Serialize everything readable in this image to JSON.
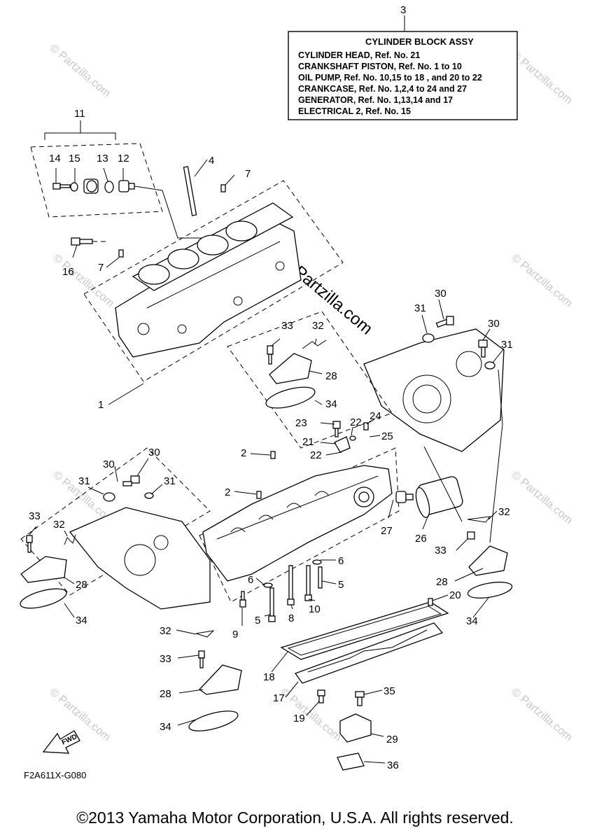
{
  "legend": {
    "ref_no": "3",
    "title": "CYLINDER BLOCK ASSY",
    "lines": [
      "CYLINDER HEAD,  Ref. No. 21",
      "CRANKSHAFT PISTON, Ref. No. 1 to 10",
      "OIL PUMP,  Ref. No. 10,15 to 18 , and 20 to 22",
      "CRANKCASE,  Ref. No. 1,2,4 to 24 and 27",
      "GENERATOR,  Ref. No. 1,13,14 and 17",
      "ELECTRICAL 2, Ref. No. 15"
    ]
  },
  "callouts": {
    "c1": "1",
    "c2a": "2",
    "c2b": "2",
    "c4": "4",
    "c5a": "5",
    "c5b": "5",
    "c6a": "6",
    "c6b": "6",
    "c7a": "7",
    "c7b": "7",
    "c8": "8",
    "c9": "9",
    "c10": "10",
    "c11": "11",
    "c12": "12",
    "c13": "13",
    "c14": "14",
    "c15": "15",
    "c16": "16",
    "c17": "17",
    "c18": "18",
    "c19": "19",
    "c20": "20",
    "c21": "21",
    "c22a": "22",
    "c22b": "22",
    "c23": "23",
    "c24": "24",
    "c25": "25",
    "c26": "26",
    "c27": "27",
    "c28a": "28",
    "c28b": "28",
    "c28c": "28",
    "c28d": "28",
    "c29": "29",
    "c30a": "30",
    "c30b": "30",
    "c30c": "30",
    "c30d": "30",
    "c31a": "31",
    "c31b": "31",
    "c31c": "31",
    "c31d": "31",
    "c32a": "32",
    "c32b": "32",
    "c32c": "32",
    "c32d": "32",
    "c33a": "33",
    "c33b": "33",
    "c33c": "33",
    "c33d": "33",
    "c34a": "34",
    "c34b": "34",
    "c34c": "34",
    "c34d": "34",
    "c35": "35",
    "c36": "36"
  },
  "fwd_label": "FWD",
  "diagram_code": "F2A611X-G080",
  "watermark": {
    "small": "© Partzilla.com",
    "large": "© Partzilla.com"
  },
  "copyright": "©2013 Yamaha Motor Corporation, U.S.A. All rights reserved."
}
